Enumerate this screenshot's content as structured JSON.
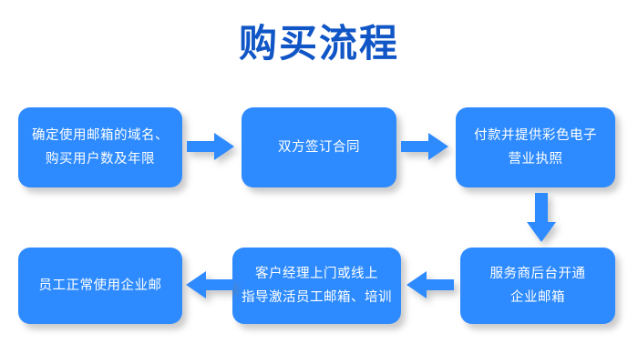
{
  "page": {
    "title": "购买流程",
    "background_color": "#ffffff",
    "title_color": "#1156c6",
    "node_color": "#2e8bff",
    "arrow_color": "#2e8bff",
    "node_text_color": "#ffffff"
  },
  "flow": {
    "nodes": [
      {
        "id": "node-1",
        "lines": [
          "确定使用邮箱的域名、",
          "购买用户数及年限"
        ]
      },
      {
        "id": "node-2",
        "lines": [
          "双方签订合同"
        ]
      },
      {
        "id": "node-3",
        "lines": [
          "付款并提供彩色电子",
          "营业执照"
        ]
      },
      {
        "id": "node-4",
        "lines": [
          "服务商后台开通",
          "企业邮箱"
        ]
      },
      {
        "id": "node-5",
        "lines": [
          "客户经理上门或线上",
          "指导激活员工邮箱、培训"
        ]
      },
      {
        "id": "node-6",
        "lines": [
          "员工正常使用企业邮"
        ]
      }
    ],
    "arrows": [
      {
        "id": "arrow-1",
        "direction": "right",
        "from": "node-1",
        "to": "node-2"
      },
      {
        "id": "arrow-2",
        "direction": "right",
        "from": "node-2",
        "to": "node-3"
      },
      {
        "id": "arrow-3",
        "direction": "down",
        "from": "node-3",
        "to": "node-4"
      },
      {
        "id": "arrow-4",
        "direction": "left",
        "from": "node-4",
        "to": "node-5"
      },
      {
        "id": "arrow-5",
        "direction": "left",
        "from": "node-5",
        "to": "node-6"
      }
    ]
  }
}
